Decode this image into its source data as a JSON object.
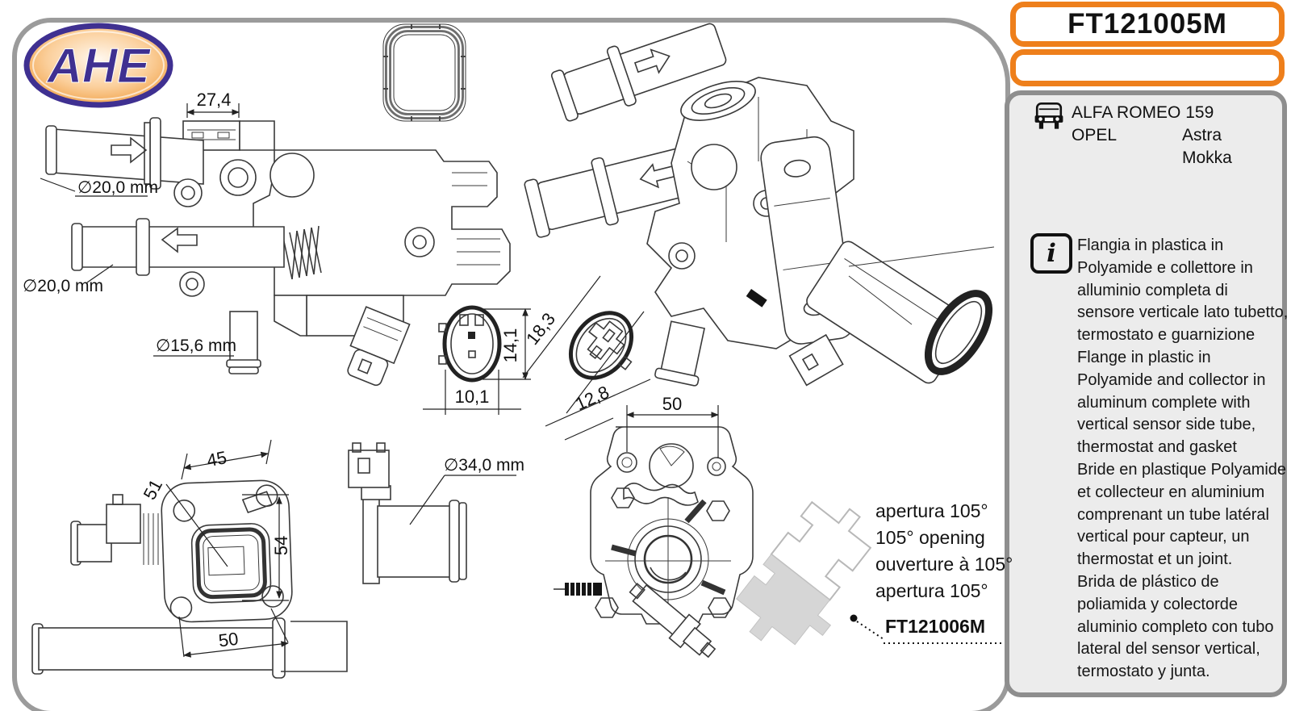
{
  "brand": {
    "name": "AHE"
  },
  "header": {
    "part_number": "FT121005M",
    "secondary_box_text": ""
  },
  "applications": {
    "line1_make": "ALFA ROMEO 159",
    "line2_make": "OPEL",
    "line2_model": "Astra",
    "line3_model": "Mokka"
  },
  "info": {
    "icon_glyph": "i",
    "text": "Flangia in plastica in\nPolyamide e collettore in\nalluminio completa di\nsensore verticale lato tubetto,\ntermostato e guarnizione\nFlange in plastic in\nPolyamide and collector in\naluminum complete with\nvertical sensor side tube,\nthermostat and gasket\nBride en plastique Polyamide\net collecteur en aluminium\ncomprenant un tube latéral\nvertical pour capteur, un\nthermostat et un joint.\nBrida de plástico de\npoliamida y colectorde\naluminio completo con tubo\nlateral del sensor vertical,\ntermostato y junta."
  },
  "dimensions": {
    "cap_width": "27,4",
    "pipe_top_diameter": "∅20,0 mm",
    "pipe_mid_diameter": "∅20,0 mm",
    "pipe_bottom_diameter": "∅15,6 mm",
    "connector1_height": "14,1",
    "connector1_width": "10,1",
    "connector2_height": "18,3",
    "connector2_width": "12,8",
    "flange_top": "45",
    "flange_left": "51",
    "flange_right": "54",
    "flange_bottom": "50",
    "endview_width": "50",
    "outlet_diameter": "∅34,0 mm"
  },
  "related_part": {
    "opening_note": "apertura 105°\n105° opening\nouverture à 105°\napertura 105°",
    "part_number": "FT121006M"
  },
  "colors": {
    "accent_orange": "#EE7F1B",
    "logo_purple": "#3F3091",
    "panel_fill": "#ECECEC",
    "panel_border": "#8E8E8E",
    "card_border": "#9B9B9B"
  }
}
